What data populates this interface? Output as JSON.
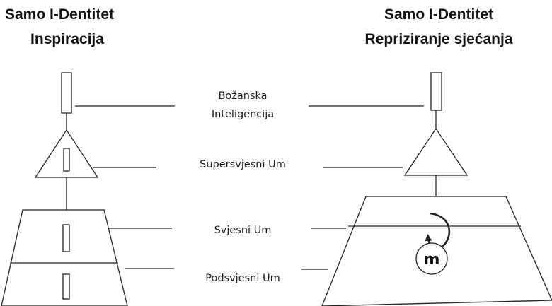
{
  "left_panel": {
    "title_line1": "Samo I-Dentitet",
    "title_line2": "Inspiracija"
  },
  "right_panel": {
    "title_line1": "Samo I-Dentitet",
    "title_line2": "Repriziranje sjećanja"
  },
  "labels": {
    "divine_line1": "Božanska",
    "divine_line2": "Inteligencija",
    "superconscious": "Supersvjesni Um",
    "conscious": "Svjesni Um",
    "subconscious": "Podsvjesni Um"
  },
  "memory_marker": {
    "letter": "m"
  },
  "colors": {
    "line": "#222222",
    "text": "#1a1a1a",
    "background": "#ffffff"
  }
}
